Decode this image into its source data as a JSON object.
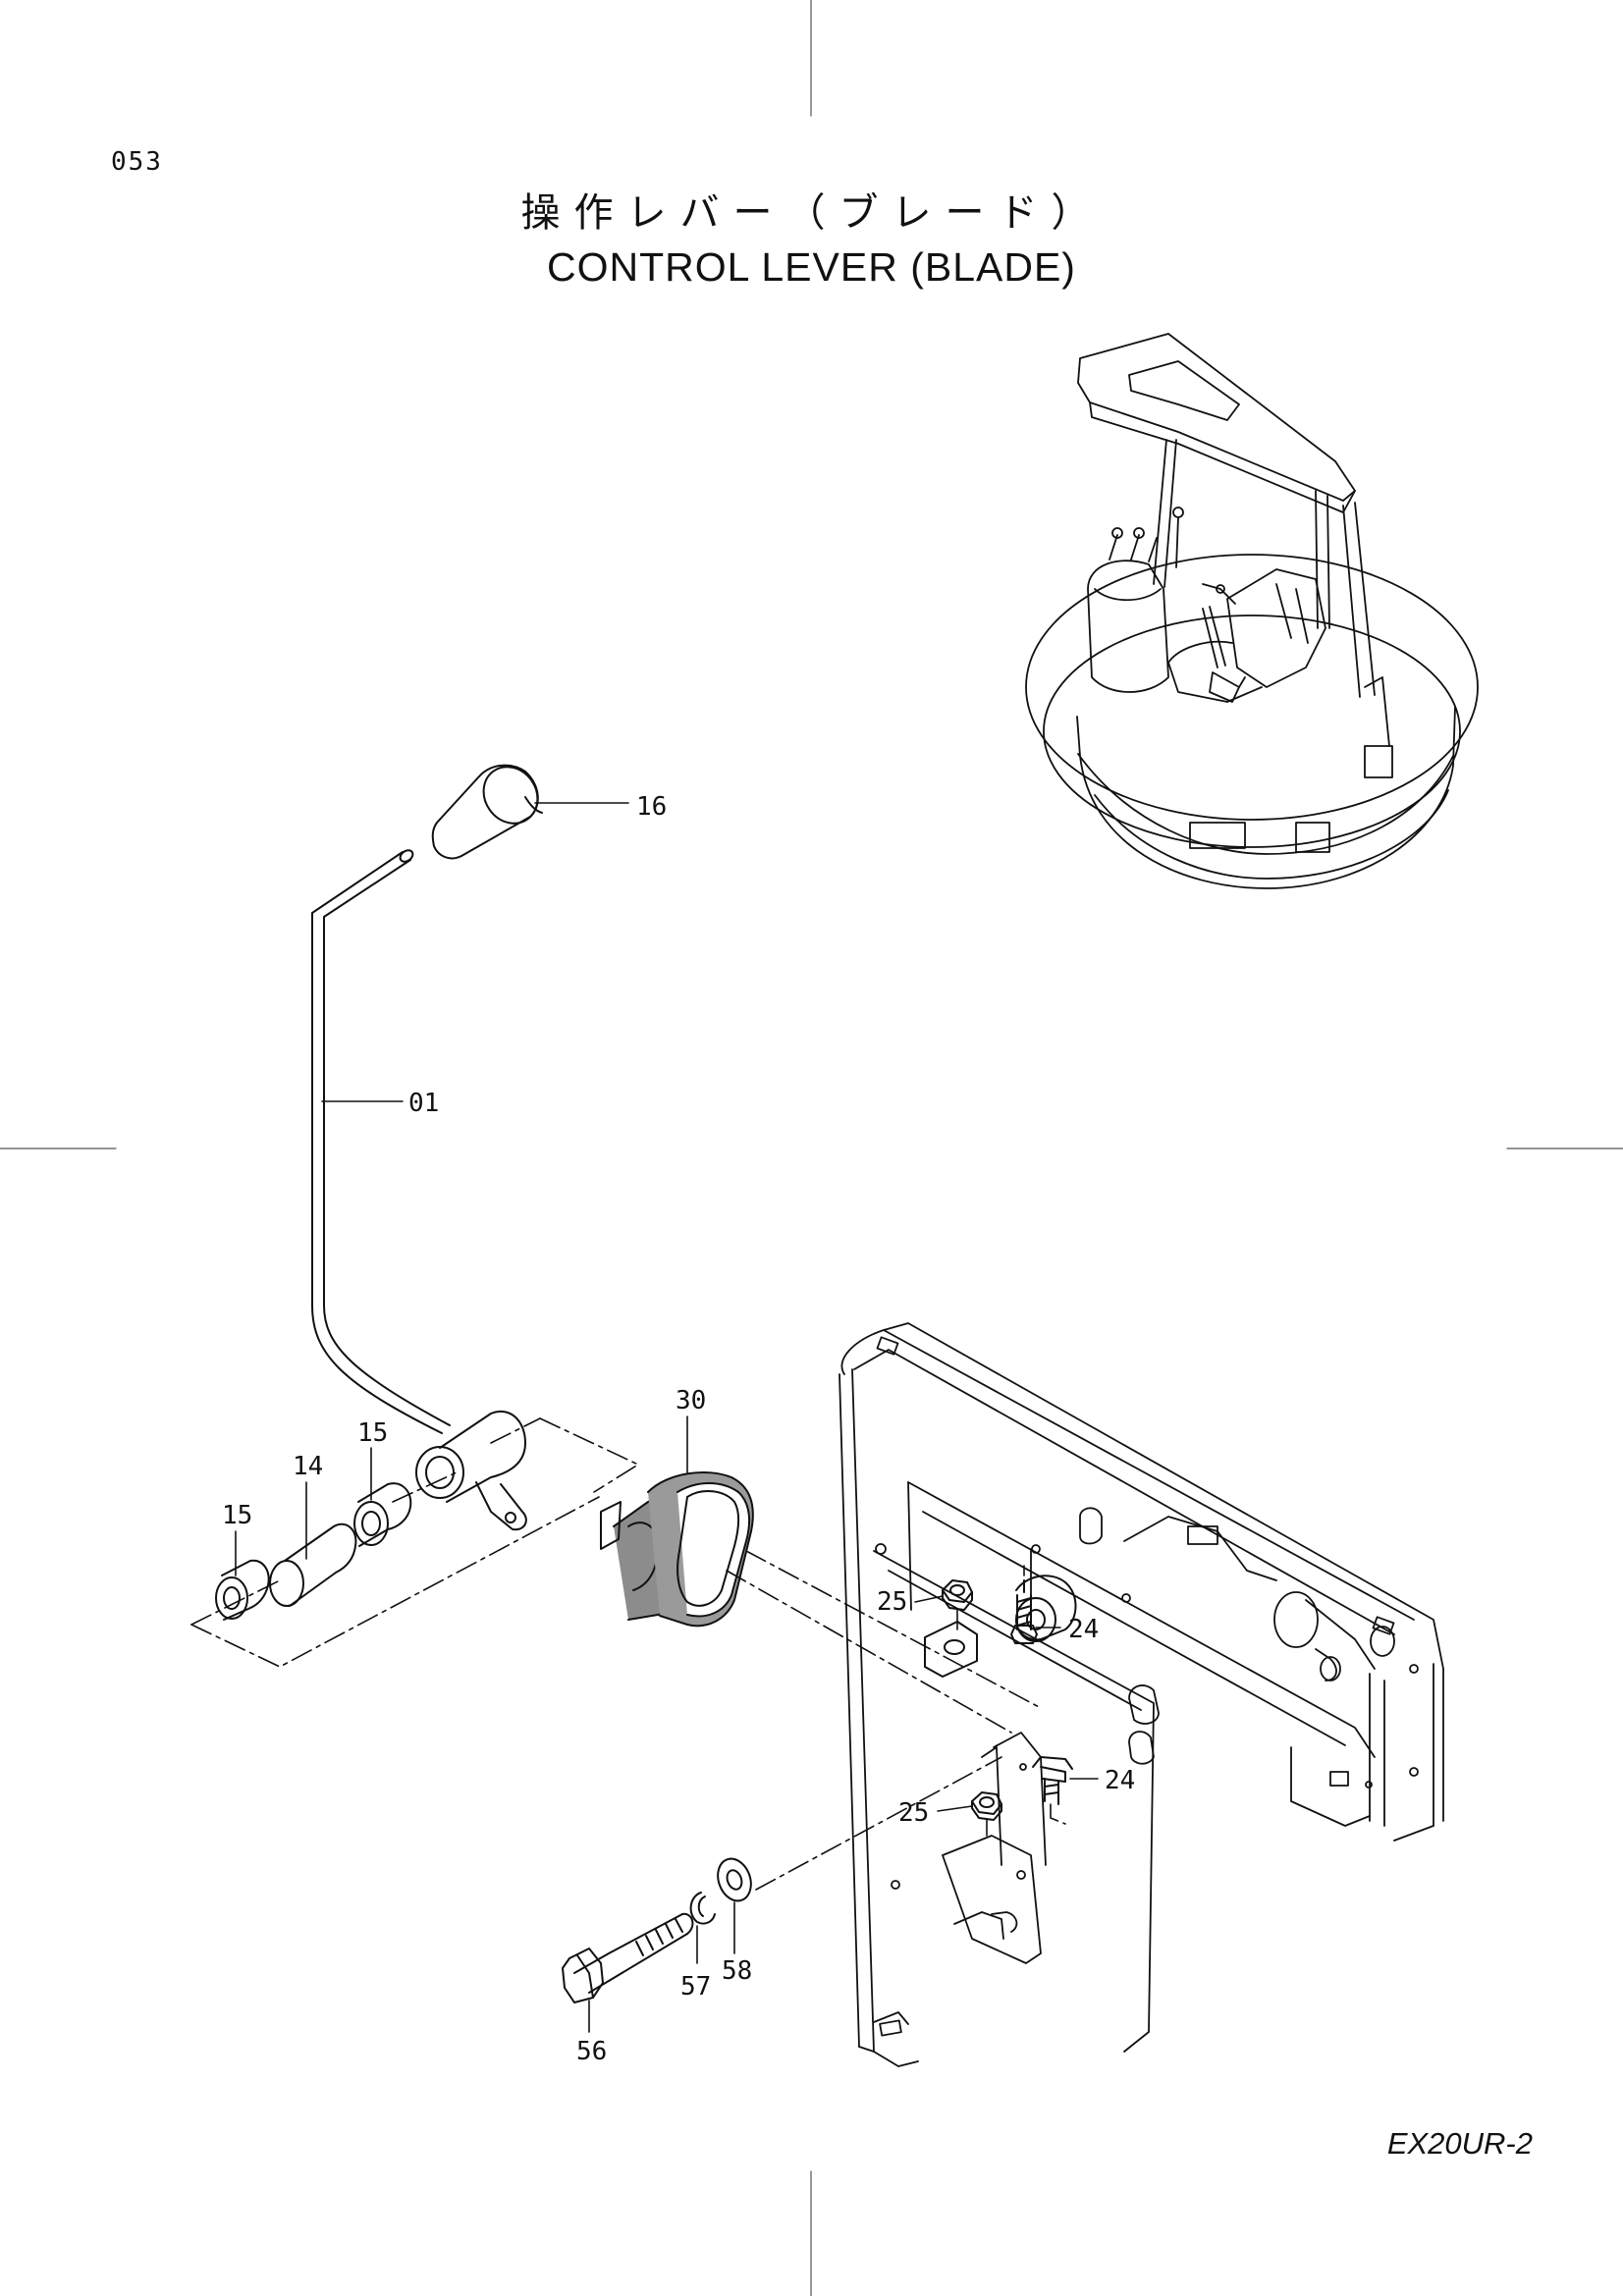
{
  "page": {
    "number": "053",
    "model": "EX20UR-2"
  },
  "title": {
    "japanese": "操作レバー（ブレード）",
    "english": "CONTROL LEVER (BLADE)"
  },
  "callouts": {
    "c01": "01",
    "c14": "14",
    "c15a": "15",
    "c15b": "15",
    "c16": "16",
    "c24a": "24",
    "c24b": "24",
    "c25a": "25",
    "c25b": "25",
    "c30": "30",
    "c56": "56",
    "c57": "57",
    "c58": "58"
  },
  "colors": {
    "line": "#111111",
    "background": "#ffffff",
    "rubber_boot": "#8c8c8c"
  }
}
